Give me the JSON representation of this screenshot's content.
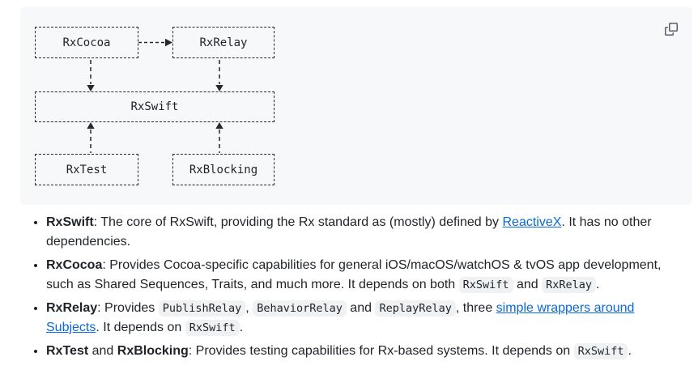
{
  "colors": {
    "page_background": "#ffffff",
    "code_block_background": "#f6f8fa",
    "diagram_line": "#24292f",
    "body_text": "#1f2328",
    "link": "#0969da",
    "inline_code_background": "#eff1f3",
    "copy_icon": "#57606a"
  },
  "code_block": {
    "copy_button": {
      "icon": "copy-icon"
    }
  },
  "diagram": {
    "boxes": [
      {
        "id": "rxcocoa",
        "label": "RxCocoa"
      },
      {
        "id": "rxrelay",
        "label": "RxRelay"
      },
      {
        "id": "rxswift",
        "label": "RxSwift"
      },
      {
        "id": "rxtest",
        "label": "RxTest"
      },
      {
        "id": "rxblocking",
        "label": "RxBlocking"
      }
    ],
    "edges": [
      {
        "from": "RxCocoa",
        "to": "RxRelay",
        "direction": "right"
      },
      {
        "from": "RxCocoa",
        "to": "RxSwift",
        "direction": "down"
      },
      {
        "from": "RxRelay",
        "to": "RxSwift",
        "direction": "down"
      },
      {
        "from": "RxTest",
        "to": "RxSwift",
        "direction": "up"
      },
      {
        "from": "RxBlocking",
        "to": "RxSwift",
        "direction": "up"
      }
    ]
  },
  "bullets": [
    {
      "id": "rxswift",
      "segments": [
        {
          "t": "RxSwift",
          "s": "bold"
        },
        {
          "t": ": The core of RxSwift, providing the Rx standard as (mostly) defined by ",
          "s": "plain"
        },
        {
          "t": "ReactiveX",
          "s": "link",
          "name": "reactivex-link"
        },
        {
          "t": ". It has no other dependencies.",
          "s": "plain"
        }
      ]
    },
    {
      "id": "rxcocoa",
      "segments": [
        {
          "t": "RxCocoa",
          "s": "bold"
        },
        {
          "t": ": Provides Cocoa-specific capabilities for general iOS/macOS/watchOS & tvOS app development, such as Shared Sequences, Traits, and much more. It depends on both ",
          "s": "plain"
        },
        {
          "t": "RxSwift",
          "s": "code"
        },
        {
          "t": " and ",
          "s": "plain"
        },
        {
          "t": "RxRelay",
          "s": "code"
        },
        {
          "t": ".",
          "s": "plain"
        }
      ]
    },
    {
      "id": "rxrelay",
      "segments": [
        {
          "t": "RxRelay",
          "s": "bold"
        },
        {
          "t": ": Provides ",
          "s": "plain"
        },
        {
          "t": "PublishRelay",
          "s": "code"
        },
        {
          "t": ", ",
          "s": "plain"
        },
        {
          "t": "BehaviorRelay",
          "s": "code"
        },
        {
          "t": " and ",
          "s": "plain"
        },
        {
          "t": "ReplayRelay",
          "s": "code"
        },
        {
          "t": ", three ",
          "s": "plain"
        },
        {
          "t": "simple wrappers around Subjects",
          "s": "link",
          "name": "subjects-wrappers-link"
        },
        {
          "t": ". It depends on ",
          "s": "plain"
        },
        {
          "t": "RxSwift",
          "s": "code"
        },
        {
          "t": ".",
          "s": "plain"
        }
      ]
    },
    {
      "id": "rxtest-rxblocking",
      "segments": [
        {
          "t": "RxTest",
          "s": "bold"
        },
        {
          "t": " and ",
          "s": "plain"
        },
        {
          "t": "RxBlocking",
          "s": "bold"
        },
        {
          "t": ": Provides testing capabilities for Rx-based systems. It depends on ",
          "s": "plain"
        },
        {
          "t": "RxSwift",
          "s": "code"
        },
        {
          "t": ".",
          "s": "plain"
        }
      ]
    }
  ]
}
